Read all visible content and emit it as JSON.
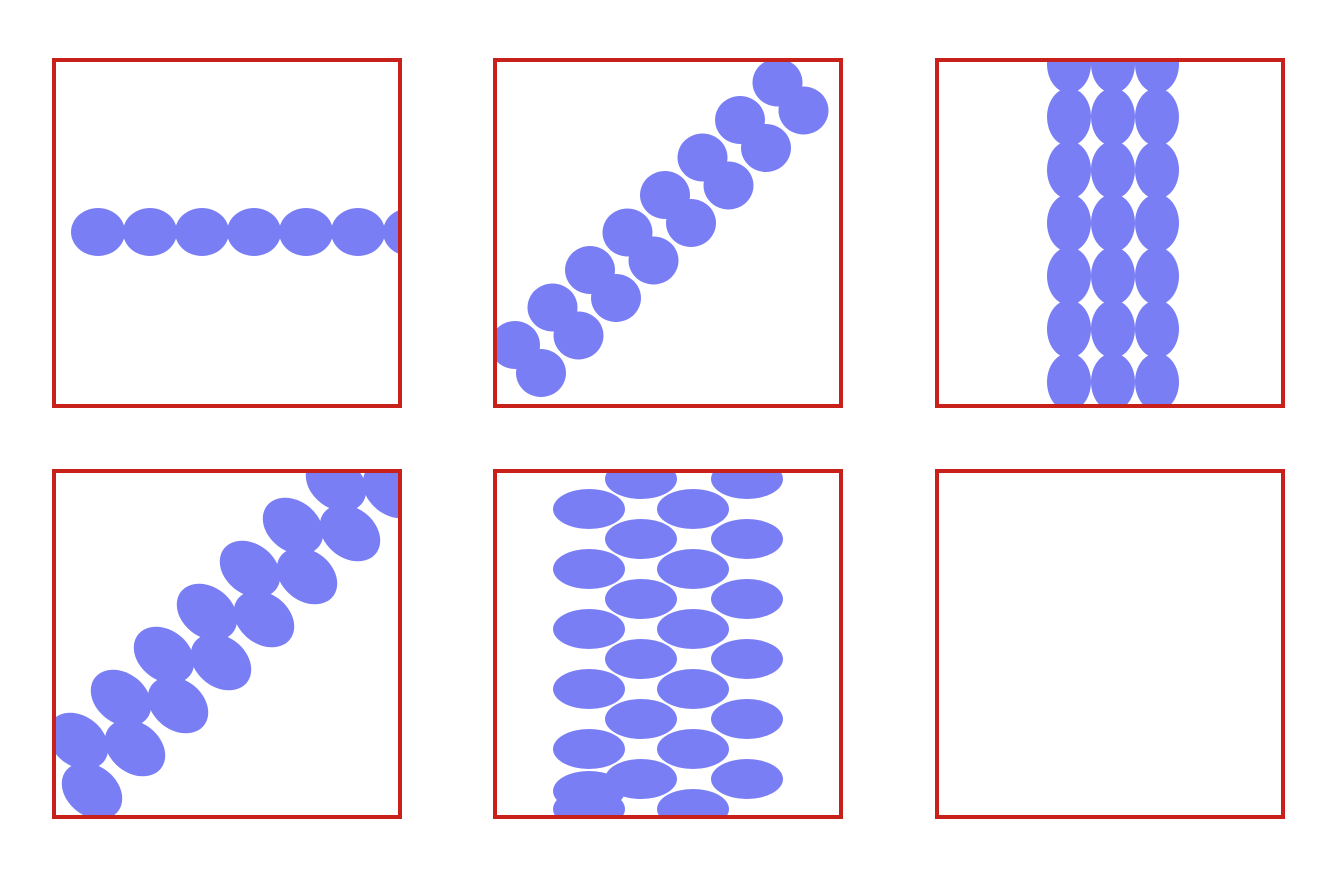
{
  "colors": {
    "frame": "#c8201a",
    "fill": "#7a7ef5",
    "background": "#ffffff"
  },
  "panels": [
    {
      "id": "horizontal-chain",
      "description_shape": "ellipse",
      "ellipse": {
        "rx": 27,
        "ry": 24,
        "angle_deg": 0
      },
      "rows": [
        {
          "start": [
            44,
            172
          ],
          "step": [
            52,
            0
          ],
          "count": 8
        }
      ]
    },
    {
      "id": "diagonal-double-chain",
      "ellipse": {
        "rx": 25,
        "ry": 24,
        "angle_deg": 0
      },
      "rows": [
        {
          "start": [
            20,
            285
          ],
          "step": [
            37.5,
            -37.5
          ],
          "count": 8
        },
        {
          "start": [
            46,
            313
          ],
          "step": [
            37.5,
            -37.5
          ],
          "count": 8
        }
      ]
    },
    {
      "id": "vertical-triple-column",
      "ellipse": {
        "rx": 22,
        "ry": 29,
        "angle_deg": 0
      },
      "rows": [
        {
          "start": [
            132,
            4
          ],
          "step": [
            0,
            53
          ],
          "count": 7
        },
        {
          "start": [
            176,
            4
          ],
          "step": [
            0,
            53
          ],
          "count": 7
        },
        {
          "start": [
            220,
            4
          ],
          "step": [
            0,
            53
          ],
          "count": 7
        }
      ]
    },
    {
      "id": "diagonal-tilted-chain",
      "ellipse": {
        "rx": 33,
        "ry": 25,
        "angle_deg": 38
      },
      "rows": [
        {
          "start": [
            24,
            270
          ],
          "step": [
            43,
            -43
          ],
          "count": 8
        },
        {
          "start": [
            38,
            320
          ],
          "step": [
            43,
            -43
          ],
          "count": 8
        }
      ]
    },
    {
      "id": "vertical-staggered-grid",
      "ellipse": {
        "rx": 36,
        "ry": 20,
        "angle_deg": 0
      },
      "rows": [
        {
          "start": [
            94,
            38
          ],
          "step": [
            0,
            60
          ],
          "count": 6
        },
        {
          "start": [
            146,
            8
          ],
          "step": [
            0,
            60
          ],
          "count": 6
        },
        {
          "start": [
            198,
            38
          ],
          "step": [
            0,
            60
          ],
          "count": 6
        },
        {
          "start": [
            252,
            8
          ],
          "step": [
            0,
            60
          ],
          "count": 6
        },
        {
          "start": [
            94,
            320
          ],
          "step": [
            0,
            60
          ],
          "count": 1
        }
      ]
    },
    {
      "id": "empty",
      "ellipse": null,
      "rows": []
    }
  ]
}
